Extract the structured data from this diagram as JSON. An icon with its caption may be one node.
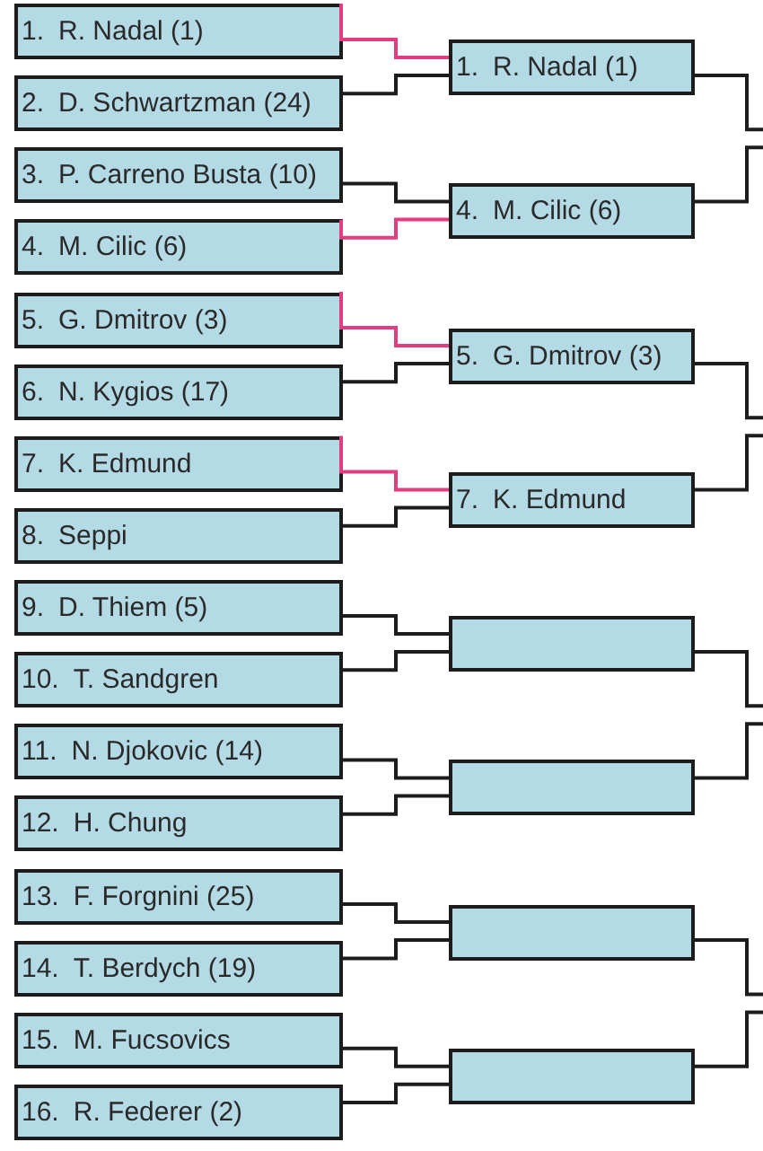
{
  "diagram": {
    "nodes": [
      {
        "text": [
          "1.",
          "R. Nadal (1)"
        ]
      },
      {
        "text": [
          "2.",
          "D. Schwartzman (24)"
        ]
      },
      {
        "text": [
          "3.",
          "P. Carreno Busta (10)"
        ]
      },
      {
        "text": [
          "4.",
          "M. Cilic (6)"
        ]
      },
      {
        "text": [
          "5.",
          "G. Dmitrov (3)"
        ]
      },
      {
        "text": [
          "6.",
          "N. Kygios (17)"
        ]
      },
      {
        "text": [
          "7.",
          "K. Edmund"
        ]
      },
      {
        "text": [
          "8.",
          "Seppi"
        ]
      },
      {
        "text": [
          "9.",
          "D. Thiem (5)"
        ]
      },
      {
        "text": [
          "10.",
          "T. Sandgren"
        ]
      },
      {
        "text": [
          "11.",
          "N. Djokovic (14)"
        ]
      },
      {
        "text": [
          "12.",
          "H. Chung"
        ]
      },
      {
        "text": [
          "13.",
          "F. Forgnini (25)"
        ]
      },
      {
        "text": [
          "14.",
          "T. Berdych (19)"
        ]
      },
      {
        "text": [
          "15.",
          "M. Fucsovics"
        ]
      },
      {
        "text": [
          "16.",
          "R. Federer (2)"
        ]
      },
      {
        "text": [
          "1.",
          "R. Nadal (1)"
        ]
      },
      {
        "text": [
          "4.",
          "M. Cilic (6)"
        ]
      },
      {
        "text": [
          "5.",
          "G. Dmitrov (3)"
        ]
      },
      {
        "text": [
          "7.",
          "K. Edmund"
        ]
      },
      {
        "text": [],
        "shape": "box"
      },
      {
        "text": [],
        "shape": "box"
      },
      {
        "text": [],
        "shape": "box"
      },
      {
        "text": [],
        "shape": "box"
      }
    ],
    "edges": [
      {
        "from": 0,
        "to": 16,
        "arrow": "none",
        "color": "#e23d80"
      },
      {
        "from": 1,
        "to": 16,
        "arrow": "none"
      },
      {
        "from": 2,
        "to": 17,
        "arrow": "none"
      },
      {
        "from": 3,
        "to": 17,
        "arrow": "none",
        "color": "#e23d80"
      },
      {
        "from": 4,
        "to": 18,
        "arrow": "none",
        "color": "#e23d80"
      },
      {
        "from": 5,
        "to": 18,
        "arrow": "none"
      },
      {
        "from": 6,
        "to": 19,
        "arrow": "none",
        "color": "#e23d80"
      },
      {
        "from": 7,
        "to": 19,
        "arrow": "none"
      },
      {
        "from": 8,
        "to": 20,
        "arrow": "none"
      },
      {
        "from": 9,
        "to": 20,
        "arrow": "none"
      },
      {
        "from": 10,
        "to": 21,
        "arrow": "none"
      },
      {
        "from": 11,
        "to": 21,
        "arrow": "none"
      },
      {
        "from": 12,
        "to": 22,
        "arrow": "none"
      },
      {
        "from": 13,
        "to": 22,
        "arrow": "none"
      },
      {
        "from": 14,
        "to": 23,
        "arrow": "none"
      },
      {
        "from": 15,
        "to": 23,
        "arrow": "none"
      },
      {
        "from": 16,
        "to": null,
        "arrow": "none"
      },
      {
        "from": 17,
        "to": null,
        "arrow": "none"
      },
      {
        "from": 18,
        "to": null,
        "arrow": "none"
      },
      {
        "from": 19,
        "to": null,
        "arrow": "none"
      },
      {
        "from": 20,
        "to": null,
        "arrow": "none"
      },
      {
        "from": 21,
        "to": null,
        "arrow": "none"
      },
      {
        "from": 22,
        "to": null,
        "arrow": "none"
      },
      {
        "from": 23,
        "to": null,
        "arrow": "none"
      }
    ]
  }
}
